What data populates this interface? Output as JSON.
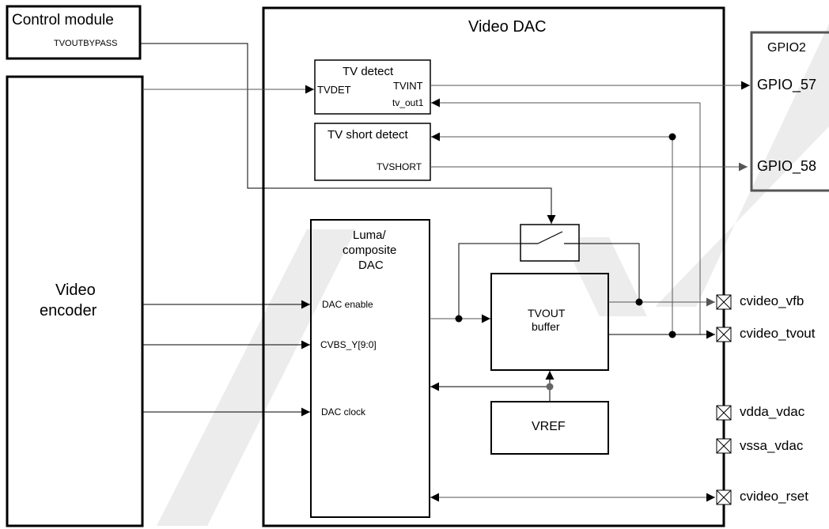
{
  "blocks": {
    "control_module": {
      "title": "Control module",
      "port_tvoutbypass": "TVOUTBYPASS"
    },
    "video_encoder": {
      "line1": "Video",
      "line2": "encoder"
    },
    "video_dac": {
      "title": "Video DAC"
    },
    "tv_detect": {
      "title": "TV detect",
      "port_tvdet": "TVDET",
      "port_tvint": "TVINT",
      "port_tv_out1": "tv_out1"
    },
    "tv_short_detect": {
      "title": "TV short detect",
      "port_tvshort": "TVSHORT"
    },
    "luma_dac": {
      "line1": "Luma/",
      "line2": "composite",
      "line3": "DAC",
      "port_dac_enable": "DAC enable",
      "port_cvbs": "CVBS_Y[9:0]",
      "port_dac_clock": "DAC clock"
    },
    "tvout_buffer": {
      "line1": "TVOUT",
      "line2": "buffer"
    },
    "vref": {
      "title": "VREF"
    },
    "gpio2": {
      "title": "GPIO2",
      "pin_57": "GPIO_57",
      "pin_58": "GPIO_58"
    }
  },
  "pads": {
    "cvideo_vfb": "cvideo_vfb",
    "cvideo_tvout": "cvideo_tvout",
    "vdda_vdac": "vdda_vdac",
    "vssa_vdac": "vssa_vdac",
    "cvideo_rset": "cvideo_rset"
  }
}
